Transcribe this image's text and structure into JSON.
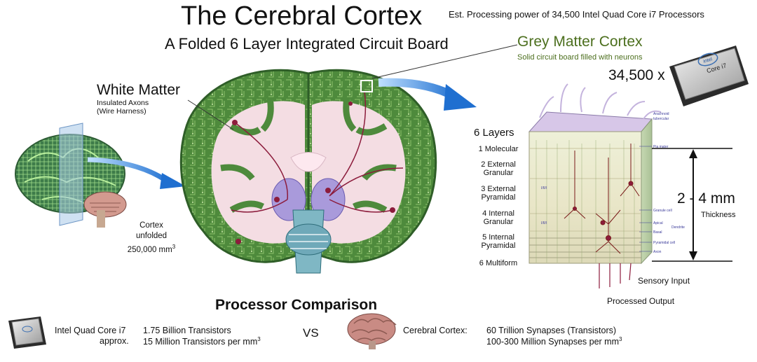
{
  "header": {
    "title": "The Cerebral Cortex",
    "subtitle": "A Folded 6 Layer Integrated Circuit Board",
    "processing_power": "Est. Processing power of 34,500 Intel Quad Core i7 Processors"
  },
  "grey_matter": {
    "title": "Grey Matter Cortex",
    "subtitle": "Solid circuit board filled with neurons",
    "cpu_count": "34,500  x",
    "chip_brand": "intel",
    "chip_model": "Core i7"
  },
  "white_matter": {
    "title": "White Matter",
    "line1": "Insulated Axons",
    "line2": "(Wire Harness)"
  },
  "cortex_unfolded": {
    "line1": "Cortex",
    "line2": "unfolded",
    "line3": "250,000 mm",
    "line3_sup": "3"
  },
  "layers": {
    "title": "6 Layers",
    "items": [
      {
        "l1": "1 Molecular",
        "l2": ""
      },
      {
        "l1": "2 External",
        "l2": "Granular"
      },
      {
        "l1": "3 External",
        "l2": "Pyramidal"
      },
      {
        "l1": "4 Internal",
        "l2": "Granular"
      },
      {
        "l1": "5 Internal",
        "l2": "Pyramidal"
      },
      {
        "l1": "6 Multiform",
        "l2": ""
      }
    ]
  },
  "section_labels": {
    "arachnoid": "Arachnoid",
    "tubercular": "tubercular",
    "pia_mater": "Pia mater",
    "granule_cell": "Granule cell",
    "apical": "Apical",
    "basal": "Basal",
    "dendrite": "Dendrite",
    "pyramidal_cell": "Pyramidal cell",
    "axon": "Axon",
    "mark_a": "I/II/I",
    "mark_b": "I/II/I"
  },
  "thickness": {
    "value": "2 - 4 mm",
    "label": "Thickness"
  },
  "io": {
    "sensory": "Sensory Input",
    "processed": "Processed Output"
  },
  "comparison": {
    "title": "Processor Comparison",
    "intel_name": "Intel Quad Core i7",
    "intel_approx": "approx.",
    "intel_line1": "1.75 Billion Transistors",
    "intel_line2": "15 Million Transistors per mm",
    "intel_line2_sup": "3",
    "vs": "VS",
    "brain_name": "Cerebral Cortex:",
    "brain_line1": "60 Trillion Synapses (Transistors)",
    "brain_line2": "100-300 Million Synapses per mm",
    "brain_line2_sup": "3"
  },
  "colors": {
    "grey_matter_green": "#4e8a3c",
    "white_matter_pink": "#f4dde3",
    "arrow_blue": "#2f7fd0",
    "pathway_maroon": "#8c1c3c",
    "grey_matter_title": "#4c6f1e"
  }
}
